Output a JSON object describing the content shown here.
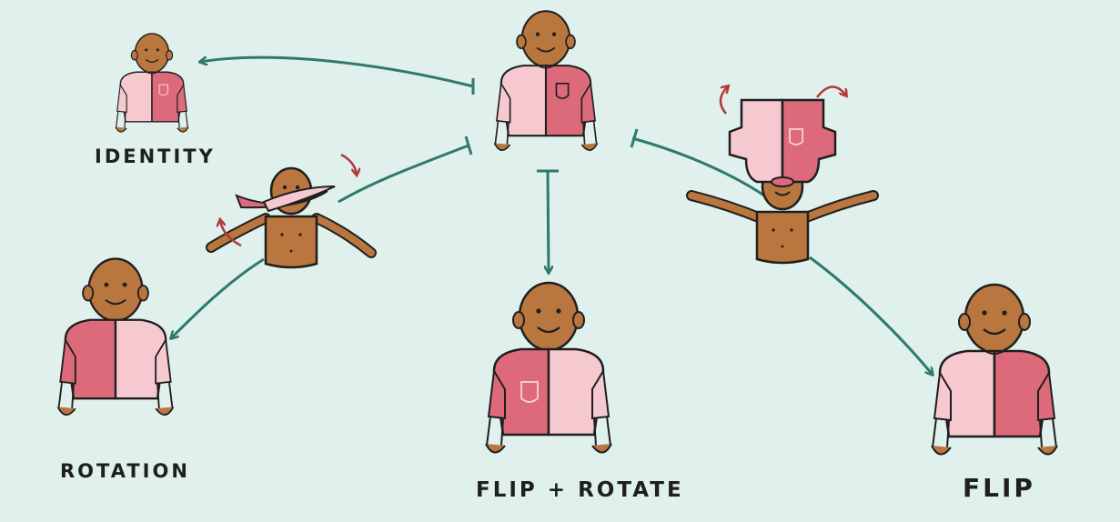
{
  "labels": {
    "identity": "IDENTITY",
    "rotation": "ROTATION",
    "flip_rotate": "FLIP + ROTATE",
    "flip": "FLIP"
  },
  "colors": {
    "background": "#dff0ed",
    "arrow": "#2f7a68",
    "shirt_light": "#f6c9d0",
    "shirt_dark": "#dc6a7a",
    "skin": "#b9763e",
    "outline": "#1f1f1f",
    "rotation_arrow": "#b23a3a"
  }
}
